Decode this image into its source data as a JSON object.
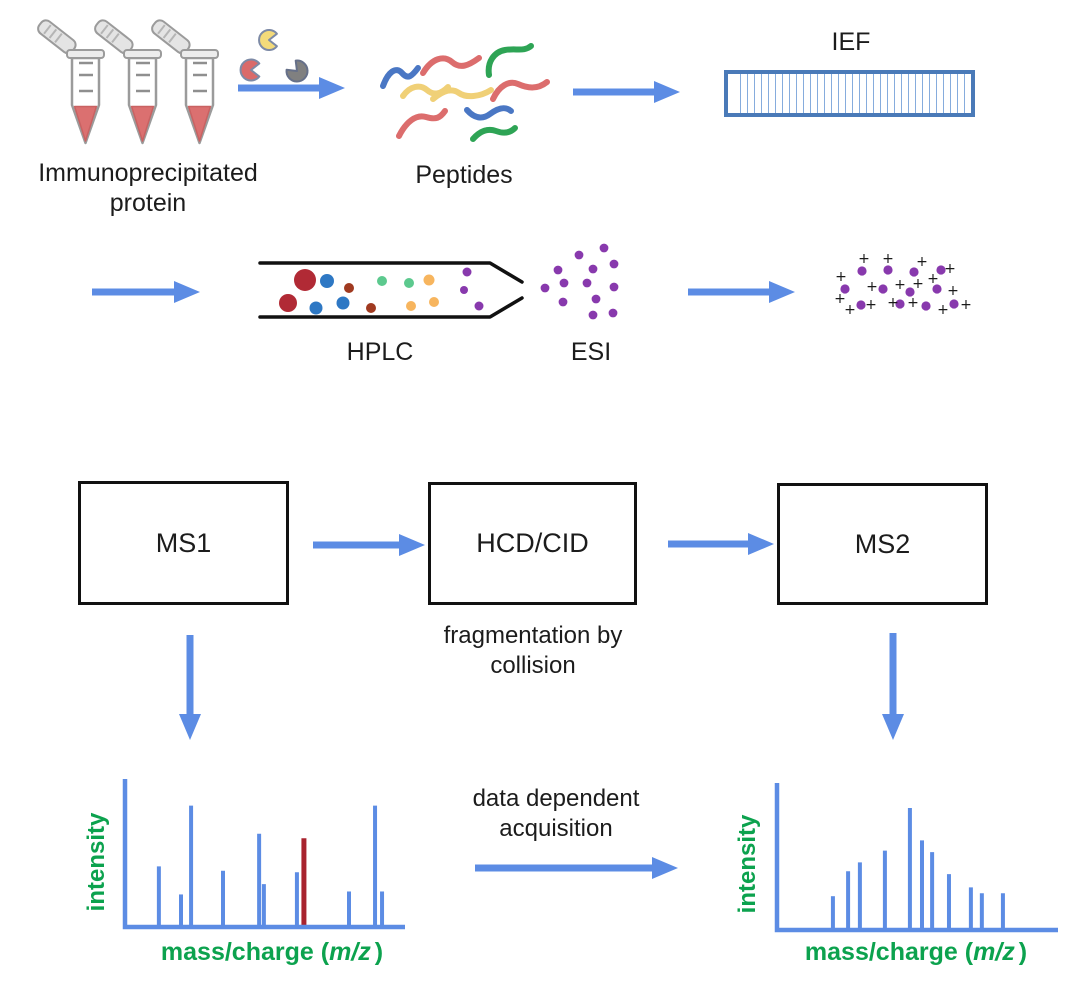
{
  "workflow": {
    "step1": {
      "label_line1": "Immunoprecipitated",
      "label_line2": "protein"
    },
    "step2": {
      "label": "Peptides"
    },
    "step3": {
      "label": "IEF"
    },
    "step4": {
      "label": "HPLC"
    },
    "step5": {
      "label": "ESI"
    },
    "boxes": {
      "ms1": "MS1",
      "hcd": "HCD/CID",
      "ms2": "MS2"
    },
    "captions": {
      "fragmentation_line1": "fragmentation by",
      "fragmentation_line2": "collision",
      "dda_line1": "data dependent",
      "dda_line2": "acquisition"
    },
    "ion_plus_symbol": "+"
  },
  "icons": [
    "sample-tube-icon",
    "enzyme-pacman-icon",
    "peptide-squiggle-icon",
    "ief-strip-icon",
    "hplc-column-icon",
    "esi-spray-icon",
    "charged-ion-icon",
    "flow-arrow-icon"
  ],
  "chart_data": [
    {
      "id": "ms1_spectrum",
      "type": "bar",
      "title": "MS1 stick spectrum",
      "ylabel": "intensity",
      "xlabel_prefix": "mass/charge (",
      "xlabel_italic": "m/z",
      "xlabel_suffix": ")",
      "xlim": [
        0,
        1
      ],
      "ylim": [
        0,
        1
      ],
      "x_fraction": [
        0.121,
        0.2,
        0.236,
        0.35,
        0.479,
        0.496,
        0.614,
        0.639,
        0.8,
        0.893,
        0.918
      ],
      "height_fraction": [
        0.41,
        0.22,
        0.82,
        0.38,
        0.63,
        0.29,
        0.37,
        0.6,
        0.24,
        0.82,
        0.24
      ],
      "highlight_index": 7,
      "peak_color": "#5c8ce4",
      "highlight_color": "#a8232e",
      "grid": false,
      "legend": null
    },
    {
      "id": "ms2_spectrum",
      "type": "bar",
      "title": "MS2 stick spectrum",
      "ylabel": "intensity",
      "xlabel_prefix": "mass/charge (",
      "xlabel_italic": "m/z",
      "xlabel_suffix": ")",
      "xlim": [
        0,
        1
      ],
      "ylim": [
        0,
        1
      ],
      "x_fraction": [
        0.199,
        0.253,
        0.295,
        0.384,
        0.473,
        0.516,
        0.552,
        0.612,
        0.69,
        0.729,
        0.804
      ],
      "height_fraction": [
        0.23,
        0.4,
        0.46,
        0.54,
        0.83,
        0.61,
        0.53,
        0.38,
        0.29,
        0.25,
        0.25
      ],
      "highlight_index": null,
      "peak_color": "#5c8ce4",
      "highlight_color": "#a8232e",
      "grid": false,
      "legend": null
    }
  ],
  "colors": {
    "arrow_blue": "#5c8ce4",
    "box_border": "#111111",
    "text_black": "#1c1c1c",
    "green_label": "#0ca24e",
    "peak_blue": "#5c8ce4",
    "peak_highlight_red": "#a8232e",
    "ion_purple": "#8839ad",
    "ief_border_blue": "#4a7ab8",
    "ief_lane_blue": "#79a3d9",
    "tube_liquid_red": "#db7070",
    "enzyme_yellow": "#f3da7a",
    "enzyme_red": "#da6a6a",
    "enzyme_gray": "#808080",
    "analyte_crimson": "#b12a35",
    "analyte_blue": "#2e78c4",
    "analyte_rust": "#a03a20",
    "analyte_mint": "#5cc98e",
    "analyte_orange": "#f7b55e",
    "analyte_purple": "#8839ad"
  }
}
